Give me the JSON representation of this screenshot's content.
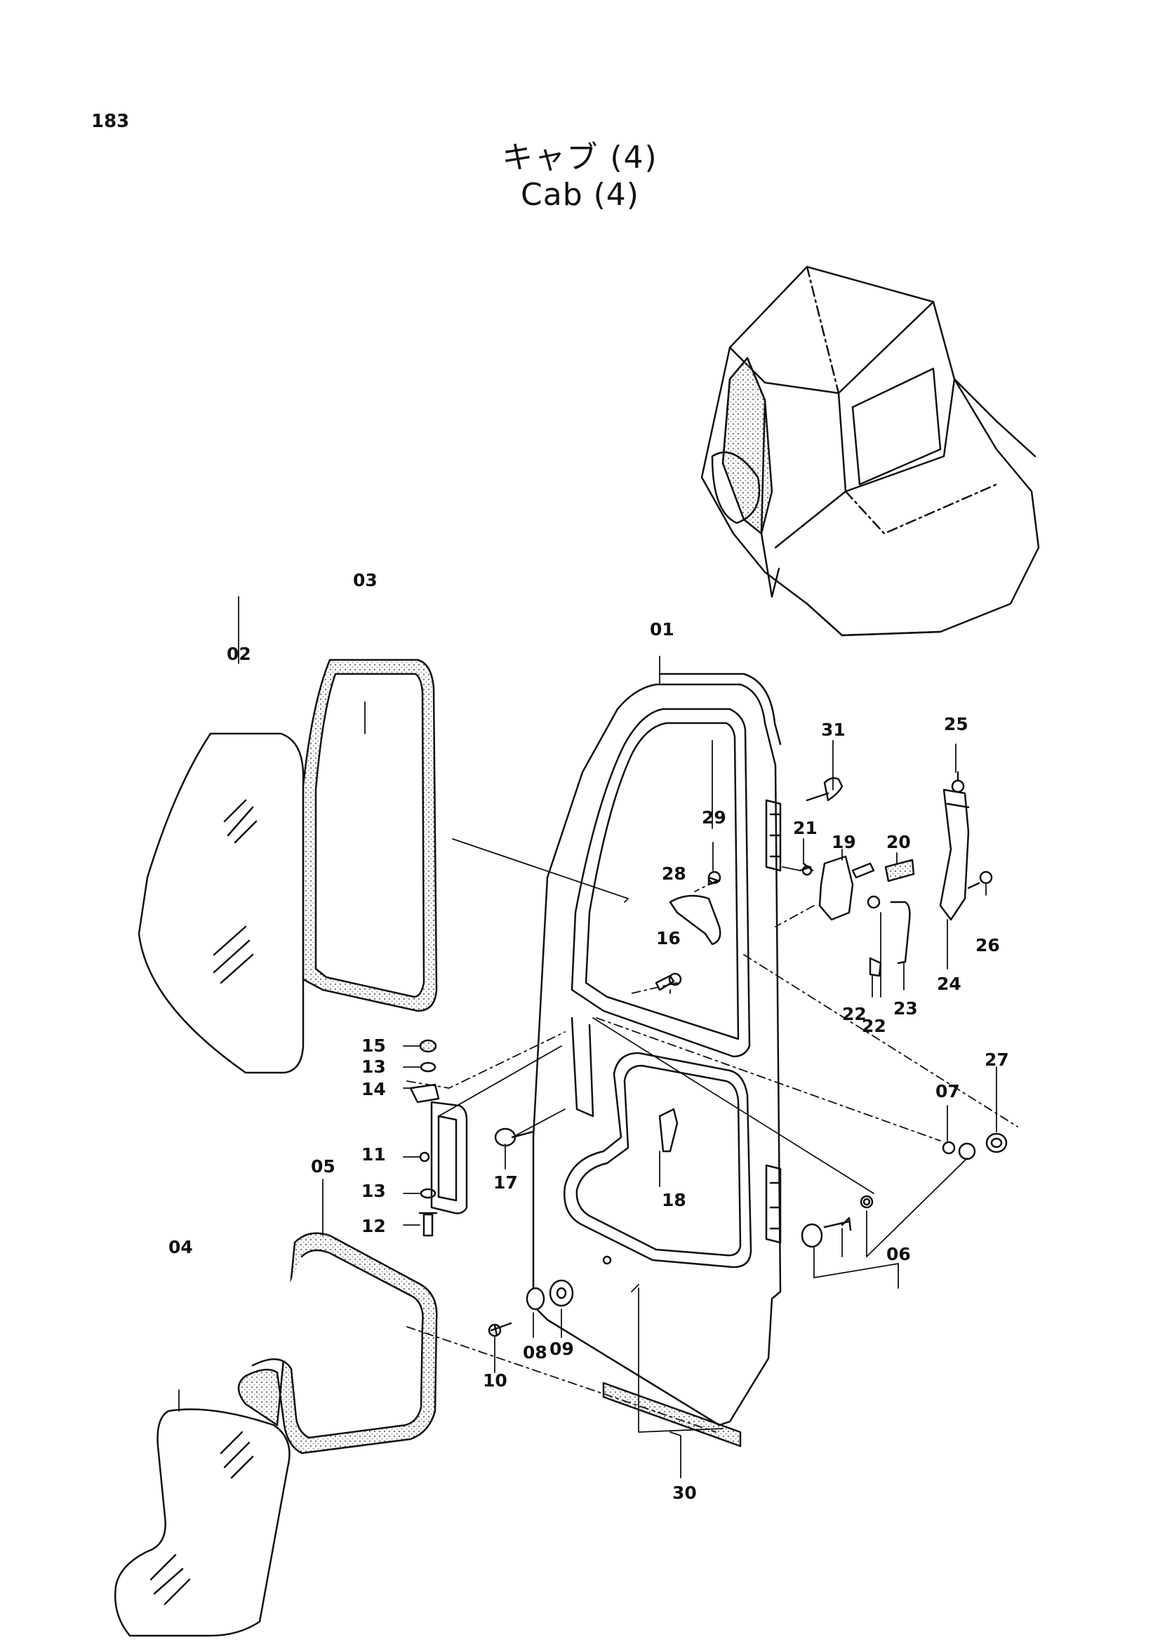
{
  "page": {
    "number": "183"
  },
  "title": {
    "japanese": "キャブ (4)",
    "english": "Cab (4)"
  },
  "part_labels": [
    "01",
    "02",
    "03",
    "04",
    "05",
    "06",
    "07",
    "08",
    "09",
    "10",
    "11",
    "12",
    "13",
    "13",
    "14",
    "15",
    "16",
    "17",
    "18",
    "19",
    "20",
    "21",
    "22",
    "22",
    "23",
    "24",
    "25",
    "26",
    "27",
    "28",
    "29",
    "30",
    "31"
  ],
  "colors": {
    "ink": "#111111",
    "background": "#ffffff",
    "stipple": "#9a9a9a"
  }
}
